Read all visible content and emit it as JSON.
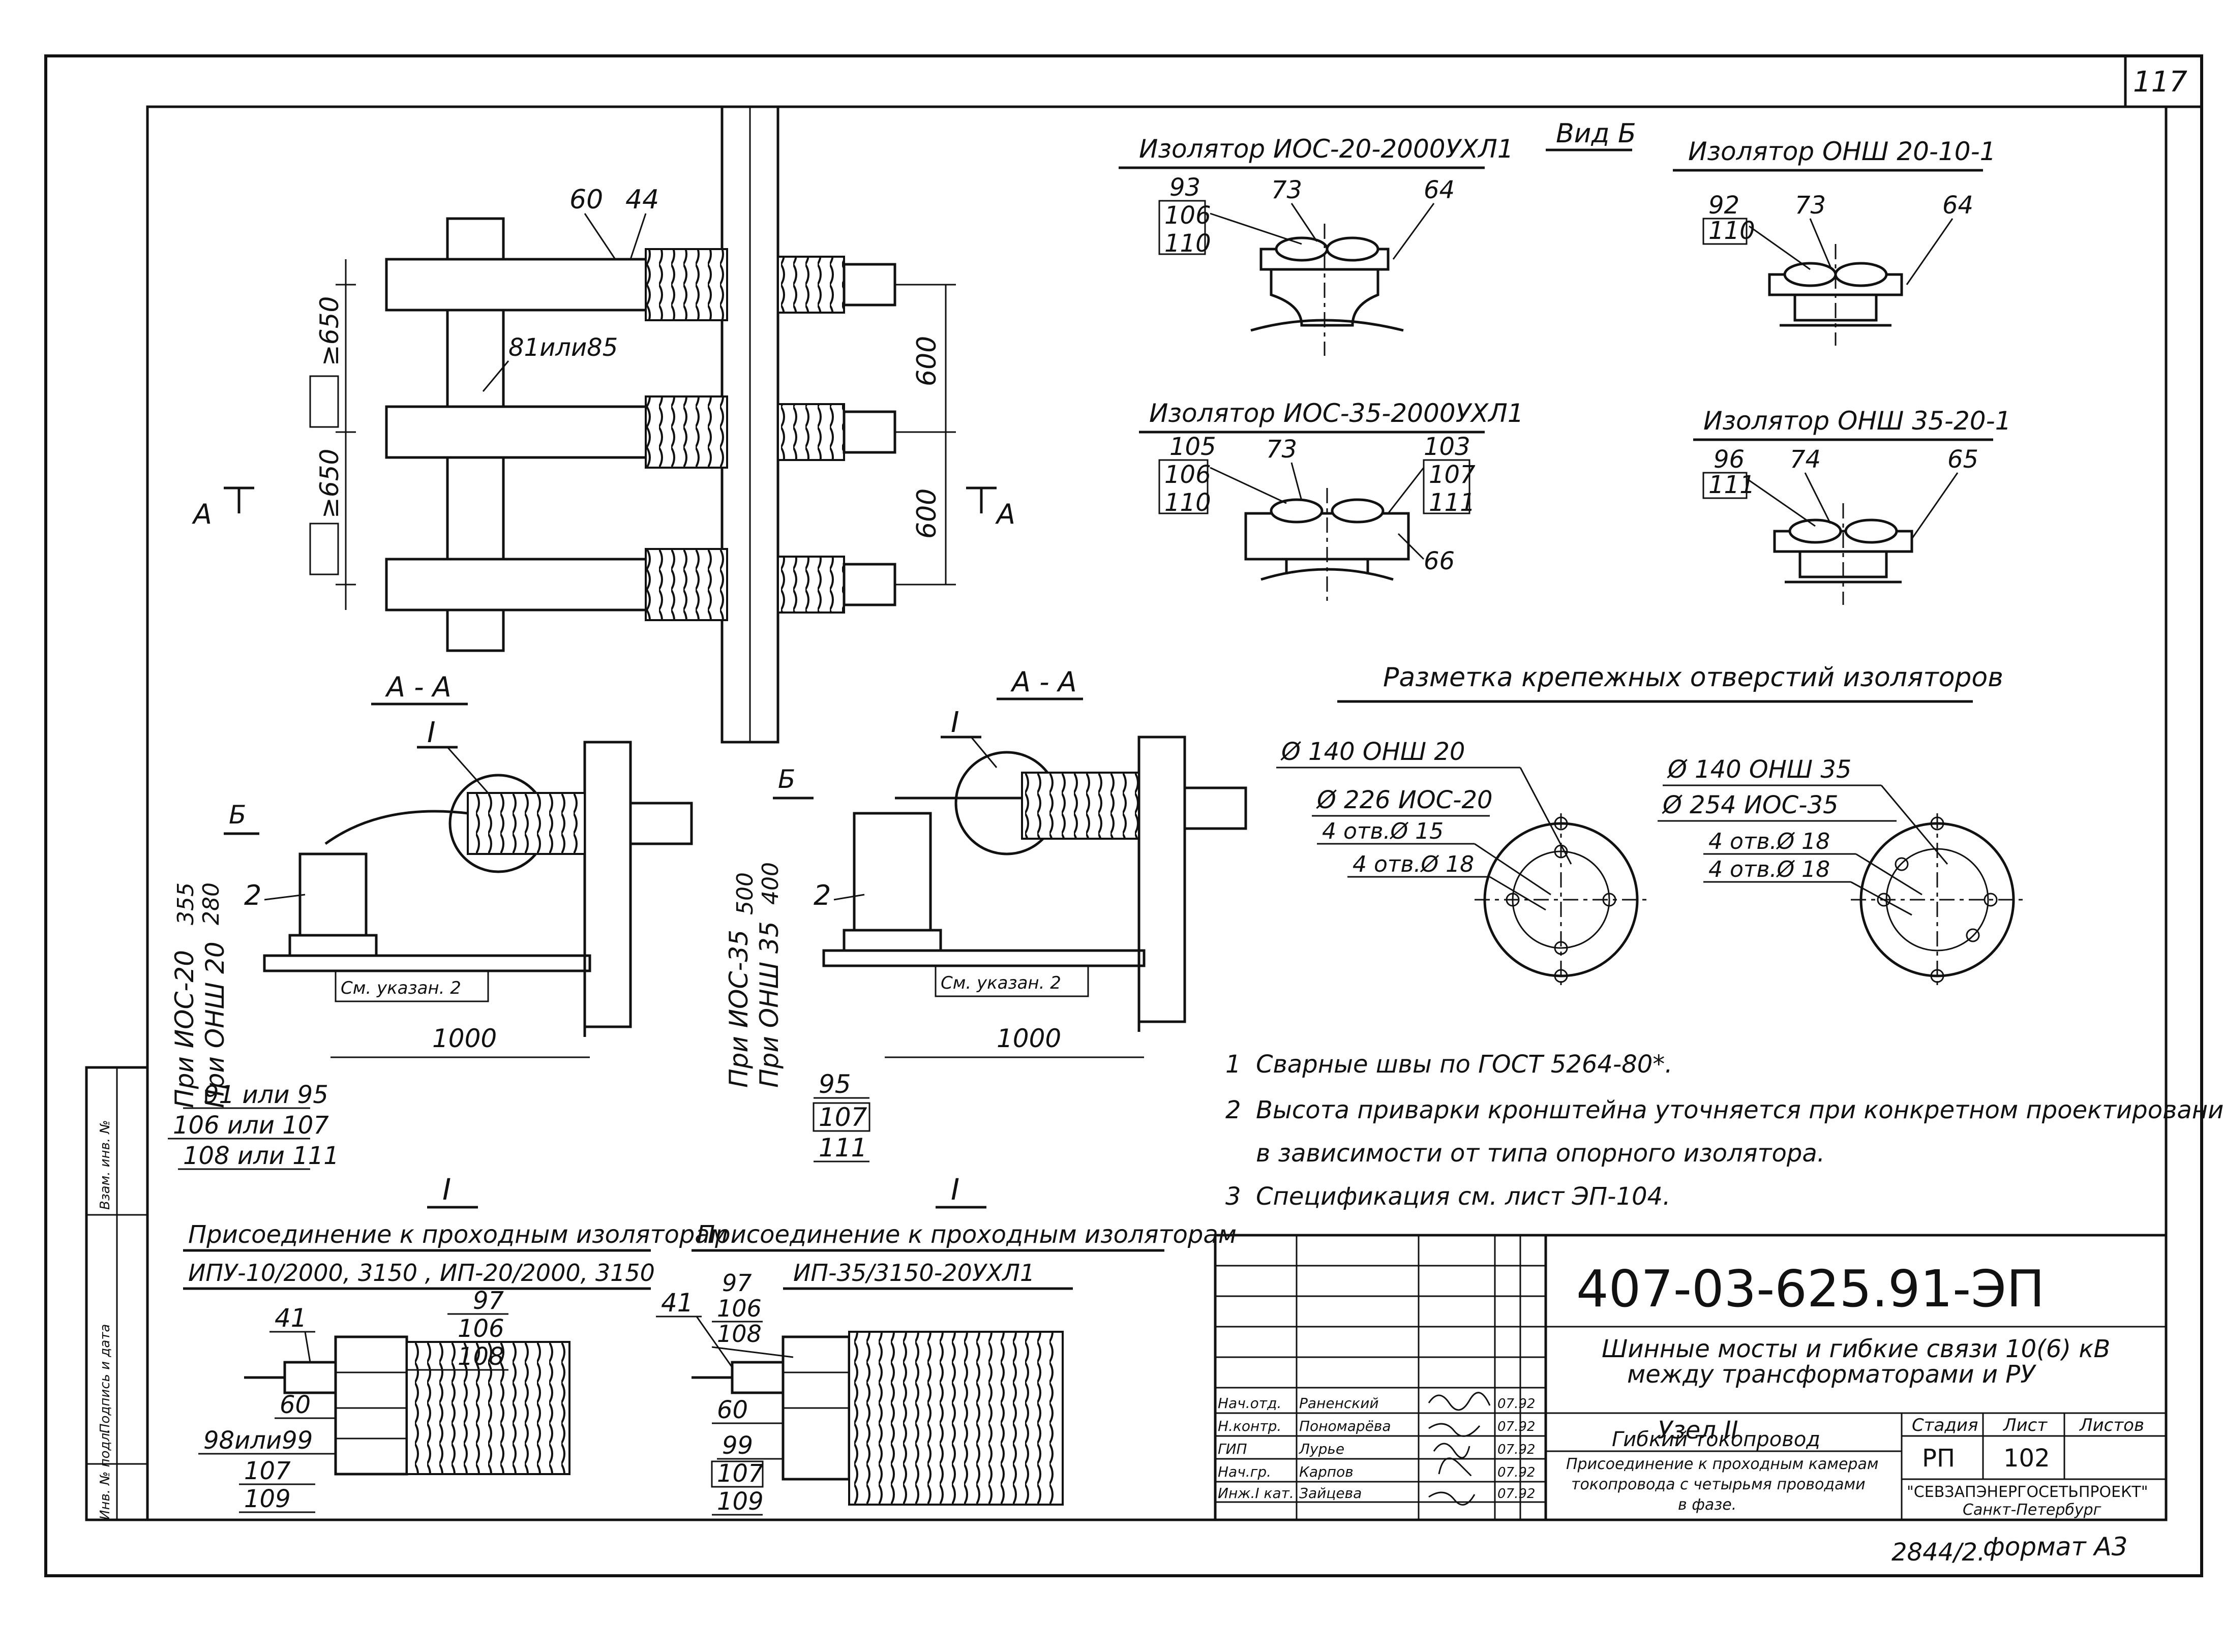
{
  "sheet": {
    "page_number": "117"
  },
  "view_b": {
    "title": "Вид Б",
    "ios20": {
      "title": "Изолятор ИОС-20-2000УХЛ1",
      "refs_left": [
        "93",
        "106",
        "110"
      ],
      "ref_top": "73",
      "ref_right": "64"
    },
    "onsh20": {
      "title": "Изолятор ОНШ 20-10-1",
      "refs_left": [
        "92",
        "110"
      ],
      "ref_top": "73",
      "ref_right": "64"
    },
    "ios35": {
      "title": "Изолятор ИОС-35-2000УХЛ1",
      "refs_left": [
        "105",
        "106",
        "110"
      ],
      "ref_top": "73",
      "refs_right": [
        "103",
        "107",
        "111"
      ],
      "ref_bottom": "66"
    },
    "onsh35": {
      "title": "Изолятор ОНШ 35-20-1",
      "refs_left": [
        "96",
        "111"
      ],
      "ref_top": "74",
      "ref_right": "65"
    }
  },
  "plan": {
    "label_60": "60",
    "label_44": "44",
    "label_81": "81или85",
    "dim_650_a": "≥650",
    "dim_650_b": "≥650",
    "dim_600_a": "600",
    "dim_600_b": "600",
    "section_left": "А",
    "section_right": "А"
  },
  "section_a1": {
    "title": "А - А",
    "node": "I",
    "arrow_b": "Б",
    "dim_355": "355",
    "dim_280": "280",
    "item_2": "2",
    "note_ref": "См. указан. 2",
    "dim_1000": "1000",
    "cond_a": "При ИОС-20",
    "cond_b": "При ОНШ 20",
    "refs": [
      "91 или 95",
      "106 или 107",
      "108 или 111"
    ]
  },
  "section_a2": {
    "title": "А - А",
    "node": "I",
    "arrow_b": "Б",
    "dim_500": "500",
    "dim_400": "400",
    "item_2": "2",
    "note_ref": "См. указан. 2",
    "dim_1000": "1000",
    "cond_a": "При ИОС-35",
    "cond_b": "При ОНШ 35",
    "refs": [
      "95",
      "107",
      "111"
    ]
  },
  "marking": {
    "title": "Разметка крепежных отверстий изоляторов",
    "left": [
      "Ø 140  ОНШ 20",
      "Ø 226  ИОС-20",
      "4 отв.Ø 15",
      "4 отв.Ø 18"
    ],
    "right": [
      "Ø 140  ОНШ 35",
      "Ø 254  ИОС-35",
      "4 отв.Ø 18",
      "4 отв.Ø 18"
    ]
  },
  "notes": [
    {
      "n": "1",
      "text": "Сварные швы по ГОСТ 5264-80*."
    },
    {
      "n": "2",
      "text": "Высота приварки кронштейна уточняется при конкретном проектировании,"
    },
    {
      "n": "",
      "text": "в зависимости от типа опорного изолятора."
    },
    {
      "n": "3",
      "text": "Спецификация см. лист ЭП-104."
    }
  ],
  "detail1": {
    "node": "I",
    "title": "Присоединение к проходным изоляторам",
    "subtitle": "ИПУ-10/2000, 3150 , ИП-20/2000, 3150",
    "refs_top": [
      "97",
      "106",
      "108"
    ],
    "ref_41": "41",
    "ref_60": "60",
    "refs_left": [
      "98или99",
      "107",
      "109"
    ]
  },
  "detail2": {
    "node": "I",
    "title": "Присоединение к проходным изоляторам",
    "subtitle": "ИП-35/3150-20УХЛ1",
    "refs_top": [
      "97",
      "106",
      "108"
    ],
    "ref_41": "41",
    "ref_60": "60",
    "refs_left": [
      "99",
      "107",
      "109"
    ]
  },
  "title_block": {
    "code": "407-03-625.91-ЭП",
    "project_1": "Шинные мосты и гибкие связи 10(6) кВ",
    "project_2": "между трансформаторами и РУ",
    "node_title": "Узел II",
    "node_sub": "Гибкий токопровод",
    "description": [
      "Присоединение к проходным камерам",
      "токопровода с четырьмя проводами",
      "в фазе."
    ],
    "stage_h": "Стадия",
    "sheet_h": "Лист",
    "sheets_h": "Листов",
    "stage": "РП",
    "sheet": "102",
    "org_1": "\"СЕВЗАПЭНЕРГОСЕТЬПРОЕКТ\"",
    "org_2": "Санкт-Петербург",
    "people": [
      {
        "role": "Нач.отд.",
        "name": "Раненский",
        "date": "07.92"
      },
      {
        "role": "Н.контр.",
        "name": "Пономарёва",
        "date": "07.92"
      },
      {
        "role": "ГИП",
        "name": "Лурье",
        "date": "07.92"
      },
      {
        "role": "Нач.гр.",
        "name": "Карпов",
        "date": "07.92"
      },
      {
        "role": "Инж.I кат.",
        "name": "Зайцева",
        "date": "07.92"
      }
    ]
  },
  "side_stamps": [
    "Инв. № подл.",
    "Подпись и дата",
    "Взам. инв. №"
  ],
  "footer": {
    "inv": "2844/2.",
    "format": "формат А3"
  }
}
